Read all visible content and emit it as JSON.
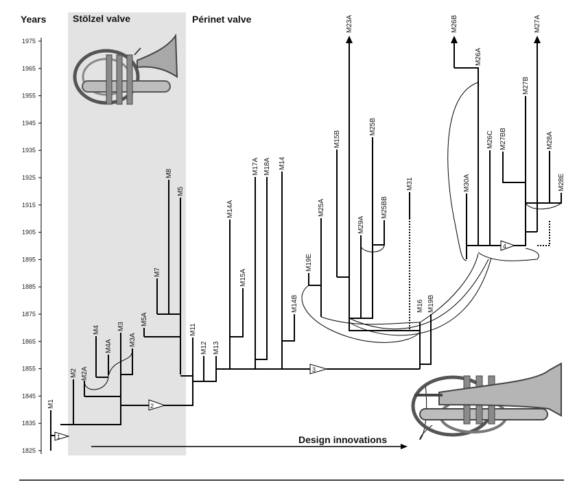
{
  "headers": {
    "years": "Years",
    "stolzel": "Stölzel valve",
    "perinet": "Périnet valve",
    "innovations": "Design innovations"
  },
  "axis": {
    "min": 1825,
    "max": 1975,
    "ticks": [
      "1975",
      "1965",
      "1955",
      "1945",
      "1935",
      "1925",
      "1915",
      "1905",
      "1895",
      "1885",
      "1875",
      "1865",
      "1855",
      "1845",
      "1835",
      "1825"
    ]
  },
  "shaded_region": {
    "label": "Stölzel valve",
    "from_year": 1825,
    "to_year": 1975
  },
  "innovation_markers": [
    "1",
    "2",
    "3",
    "4"
  ],
  "nodes": [
    {
      "id": "M1",
      "label": "M1",
      "year": 1840
    },
    {
      "id": "M2",
      "label": "M2",
      "year": 1853
    },
    {
      "id": "M2A",
      "label": "M2A",
      "year": 1852
    },
    {
      "id": "M4",
      "label": "M4",
      "year": 1867
    },
    {
      "id": "M4A",
      "label": "M4A",
      "year": 1859
    },
    {
      "id": "M3",
      "label": "M3",
      "year": 1866
    },
    {
      "id": "M3A",
      "label": "M3A",
      "year": 1863
    },
    {
      "id": "M5A",
      "label": "M5A",
      "year": 1871
    },
    {
      "id": "M7",
      "label": "M7",
      "year": 1884
    },
    {
      "id": "M8",
      "label": "M8",
      "year": 1925
    },
    {
      "id": "M5",
      "label": "M5",
      "year": 1918
    },
    {
      "id": "M11",
      "label": "M11",
      "year": 1866
    },
    {
      "id": "M12",
      "label": "M12",
      "year": 1860
    },
    {
      "id": "M13",
      "label": "M13",
      "year": 1860
    },
    {
      "id": "M14A",
      "label": "M14A",
      "year": 1907
    },
    {
      "id": "M15A",
      "label": "M15A",
      "year": 1882
    },
    {
      "id": "M17A",
      "label": "M17A",
      "year": 1925
    },
    {
      "id": "M18A",
      "label": "M18A",
      "year": 1925
    },
    {
      "id": "M14",
      "label": "M14",
      "year": 1927
    },
    {
      "id": "M14B",
      "label": "M14B",
      "year": 1874
    },
    {
      "id": "M19E",
      "label": "M19E",
      "year": 1889
    },
    {
      "id": "M25A",
      "label": "M25A",
      "year": 1907
    },
    {
      "id": "M15B",
      "label": "M15B",
      "year": 1932
    },
    {
      "id": "M23A",
      "label": "M23A",
      "year": 1977
    },
    {
      "id": "M29A",
      "label": "M29A",
      "year": 1903
    },
    {
      "id": "M25B",
      "label": "M25B",
      "year": 1937
    },
    {
      "id": "M25BB",
      "label": "M25BB",
      "year": 1903
    },
    {
      "id": "M31",
      "label": "M31",
      "year": 1915
    },
    {
      "id": "M16",
      "label": "M16",
      "year": 1869
    },
    {
      "id": "M19B",
      "label": "M19B",
      "year": 1869
    },
    {
      "id": "M30A",
      "label": "M30A",
      "year": 1915
    },
    {
      "id": "M26C",
      "label": "M26C",
      "year": 1931
    },
    {
      "id": "M26B",
      "label": "M26B",
      "year": 1977
    },
    {
      "id": "M26A",
      "label": "M26A",
      "year": 1960
    },
    {
      "id": "M27BB",
      "label": "M27BB",
      "year": 1929
    },
    {
      "id": "M27B",
      "label": "M27B",
      "year": 1954
    },
    {
      "id": "M27A",
      "label": "M27A",
      "year": 1977
    },
    {
      "id": "M28A",
      "label": "M28A",
      "year": 1929
    },
    {
      "id": "M28E",
      "label": "M28E",
      "year": 1917
    }
  ],
  "images": [
    {
      "name": "stolzel-valve-instrument"
    },
    {
      "name": "perinet-valve-cornet"
    }
  ],
  "colors": {
    "shade": "#e3e3e3",
    "line": "#000000"
  }
}
